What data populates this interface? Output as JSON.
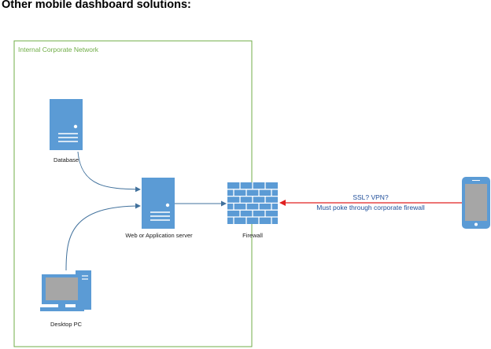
{
  "title": "Other mobile dashboard solutions:",
  "network": {
    "label": "Internal Corporate Network"
  },
  "nodes": {
    "database": {
      "label": "Database",
      "icon": "server-icon"
    },
    "app_server": {
      "label": "Web or Application server",
      "icon": "server-icon"
    },
    "firewall": {
      "label": "Firewall",
      "icon": "firewall-icon"
    },
    "desktop": {
      "label": "Desktop PC",
      "icon": "desktop-pc-icon"
    },
    "mobile": {
      "label": "",
      "icon": "mobile-phone-icon"
    }
  },
  "connection": {
    "line1": "SSL? VPN?",
    "line2": "Must poke through corporate firewall"
  },
  "colors": {
    "device_blue": "#5b9bd5",
    "network_border": "#70ad47",
    "arrow_blue": "#41719c",
    "arrow_red": "#e02020",
    "connection_text": "#1f4e9a"
  }
}
